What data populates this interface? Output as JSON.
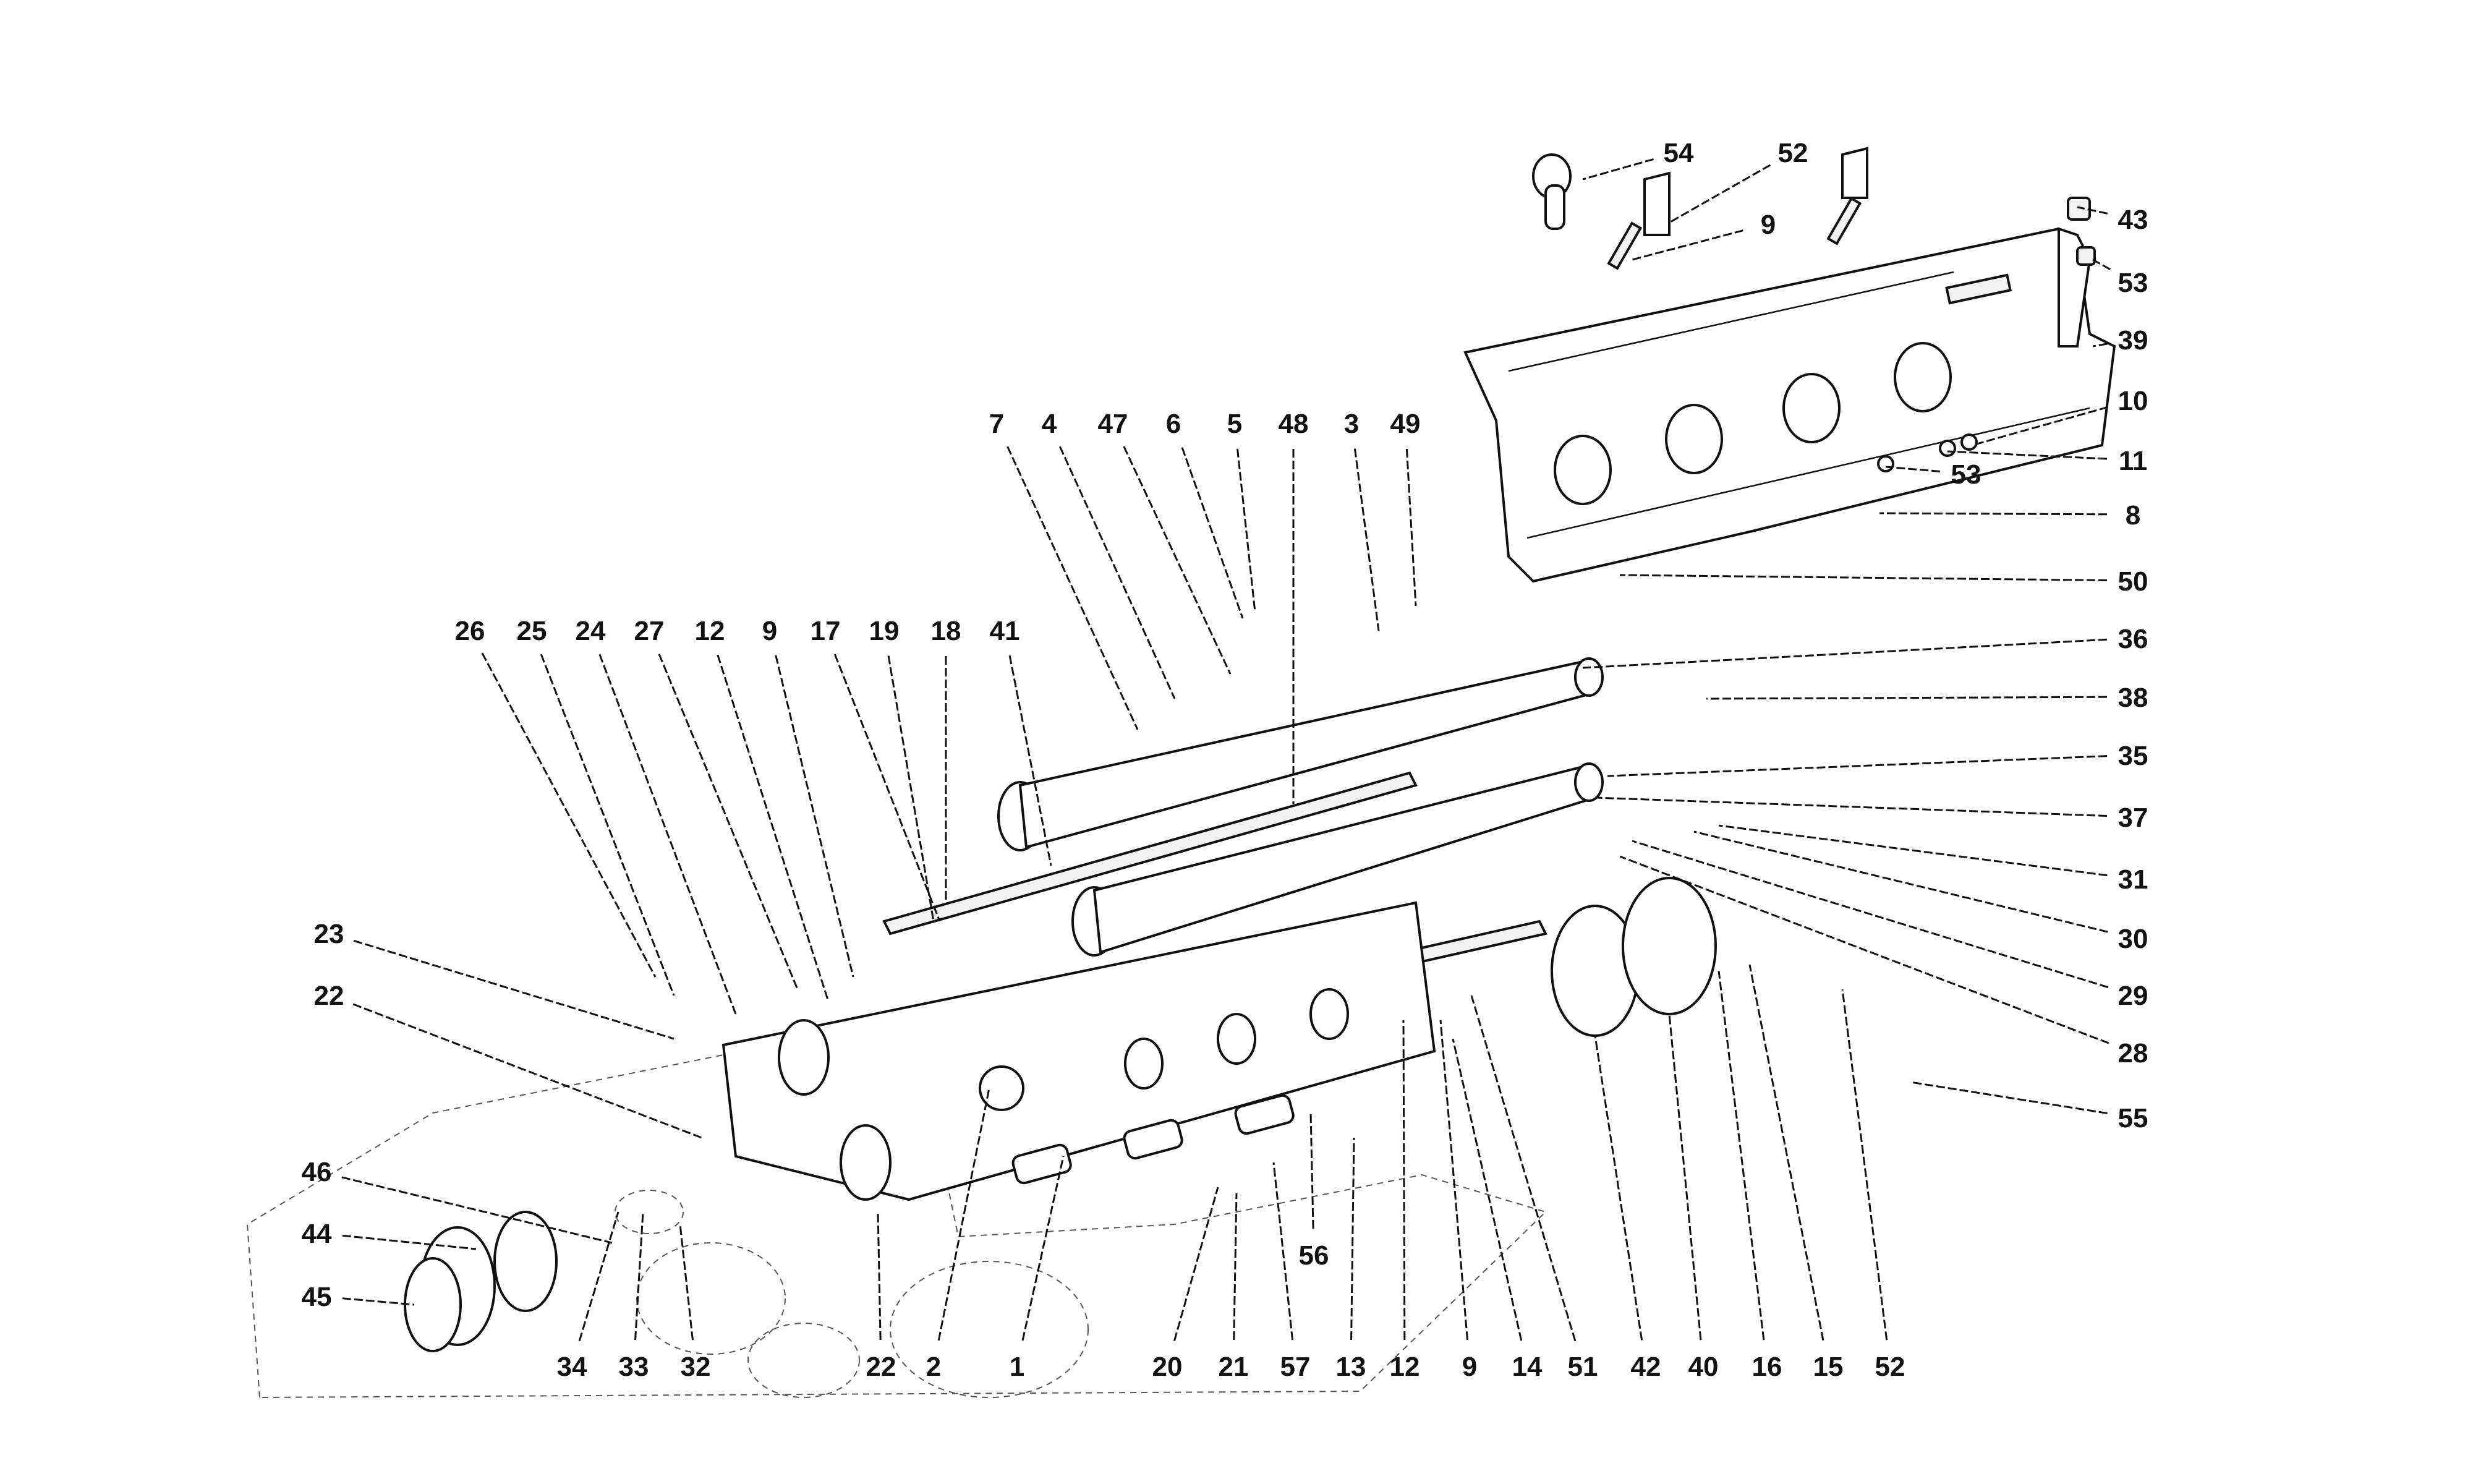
{
  "diagram": {
    "type": "exploded-parts-diagram",
    "subject": "Cylinder head, camshafts and cam cover assembly",
    "colors": {
      "ink": "#111111",
      "paper": "#ffffff",
      "ghost": "#999999"
    },
    "callouts": [
      {
        "id": "c54a",
        "label": "54"
      },
      {
        "id": "c52a",
        "label": "52"
      },
      {
        "id": "c9a",
        "label": "9"
      },
      {
        "id": "c43",
        "label": "43"
      },
      {
        "id": "c53a",
        "label": "53"
      },
      {
        "id": "c39",
        "label": "39"
      },
      {
        "id": "c10",
        "label": "10"
      },
      {
        "id": "c11",
        "label": "11"
      },
      {
        "id": "c53b",
        "label": "53"
      },
      {
        "id": "c8",
        "label": "8"
      },
      {
        "id": "c50",
        "label": "50"
      },
      {
        "id": "c7",
        "label": "7"
      },
      {
        "id": "c4",
        "label": "4"
      },
      {
        "id": "c47",
        "label": "47"
      },
      {
        "id": "c6",
        "label": "6"
      },
      {
        "id": "c5",
        "label": "5"
      },
      {
        "id": "c48",
        "label": "48"
      },
      {
        "id": "c3",
        "label": "3"
      },
      {
        "id": "c49",
        "label": "49"
      },
      {
        "id": "c36",
        "label": "36"
      },
      {
        "id": "c38",
        "label": "38"
      },
      {
        "id": "c35",
        "label": "35"
      },
      {
        "id": "c37",
        "label": "37"
      },
      {
        "id": "c31",
        "label": "31"
      },
      {
        "id": "c30",
        "label": "30"
      },
      {
        "id": "c29",
        "label": "29"
      },
      {
        "id": "c28",
        "label": "28"
      },
      {
        "id": "c55",
        "label": "55"
      },
      {
        "id": "c26",
        "label": "26"
      },
      {
        "id": "c25",
        "label": "25"
      },
      {
        "id": "c24",
        "label": "24"
      },
      {
        "id": "c27",
        "label": "27"
      },
      {
        "id": "c12a",
        "label": "12"
      },
      {
        "id": "c9b",
        "label": "9"
      },
      {
        "id": "c17",
        "label": "17"
      },
      {
        "id": "c19",
        "label": "19"
      },
      {
        "id": "c18",
        "label": "18"
      },
      {
        "id": "c41",
        "label": "41"
      },
      {
        "id": "c23",
        "label": "23"
      },
      {
        "id": "c22a",
        "label": "22"
      },
      {
        "id": "c46",
        "label": "46"
      },
      {
        "id": "c44",
        "label": "44"
      },
      {
        "id": "c45",
        "label": "45"
      },
      {
        "id": "c34",
        "label": "34"
      },
      {
        "id": "c33",
        "label": "33"
      },
      {
        "id": "c32",
        "label": "32"
      },
      {
        "id": "c22b",
        "label": "22"
      },
      {
        "id": "c2",
        "label": "2"
      },
      {
        "id": "c1",
        "label": "1"
      },
      {
        "id": "c56",
        "label": "56"
      },
      {
        "id": "c20",
        "label": "20"
      },
      {
        "id": "c21",
        "label": "21"
      },
      {
        "id": "c57",
        "label": "57"
      },
      {
        "id": "c13",
        "label": "13"
      },
      {
        "id": "c12b",
        "label": "12"
      },
      {
        "id": "c9c",
        "label": "9"
      },
      {
        "id": "c14",
        "label": "14"
      },
      {
        "id": "c51",
        "label": "51"
      },
      {
        "id": "c42",
        "label": "42"
      },
      {
        "id": "c40",
        "label": "40"
      },
      {
        "id": "c16",
        "label": "16"
      },
      {
        "id": "c15",
        "label": "15"
      },
      {
        "id": "c52b",
        "label": "52"
      }
    ]
  }
}
